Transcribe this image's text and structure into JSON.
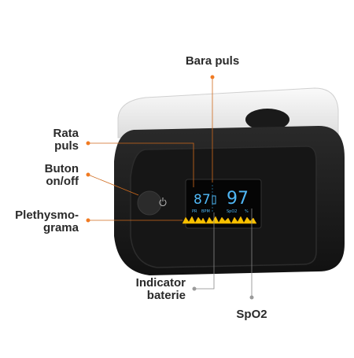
{
  "labels": {
    "bara_puls": "Bara puls",
    "rata_puls": [
      "Rata",
      "puls"
    ],
    "buton": [
      "Buton",
      "on/off"
    ],
    "plethysmo": [
      "Plethysmo-",
      "grama"
    ],
    "indicator": [
      "Indicator",
      "baterie"
    ],
    "spo2": "SpO2"
  },
  "display": {
    "pr_value": "87",
    "pr_label": "PR",
    "bpm_label": "BPM",
    "spo2_value": "97",
    "spo2_label": "SpO2",
    "percent": "%"
  },
  "colors": {
    "accent": "#f07a22",
    "gray_dot": "#9a9a9a",
    "screen_blue": "#4fb6f4",
    "wave": "#f5c000",
    "body": "#1c1c1c",
    "casing": "#eeeeee"
  }
}
